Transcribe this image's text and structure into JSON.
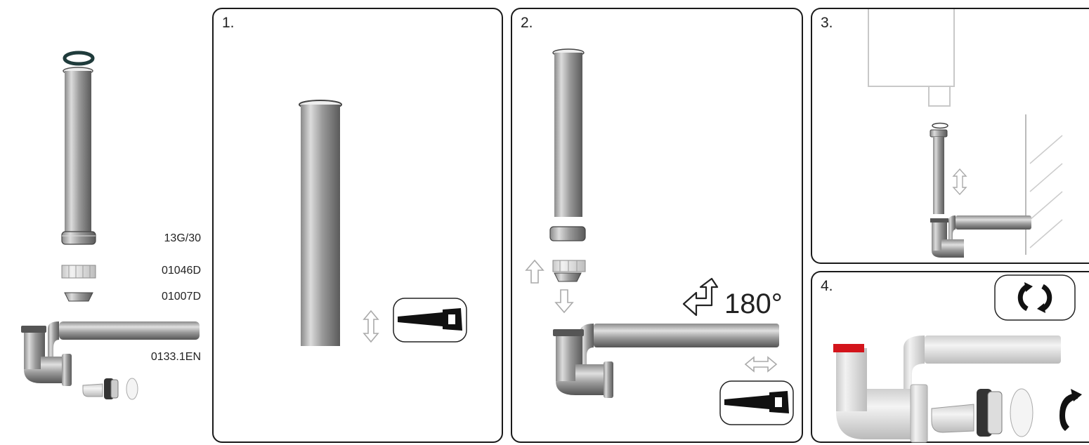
{
  "parts": {
    "nut_label": "13G/30",
    "insert_label": "01046D",
    "cone_label": "01007D",
    "trap_label": "0133.1EN"
  },
  "steps": [
    {
      "number": "1."
    },
    {
      "number": "2.",
      "rotation_text": "180°"
    },
    {
      "number": "3."
    },
    {
      "number": "4."
    }
  ],
  "icons": {
    "cut": "saw-icon",
    "adjust_vertical": "double-arrow-vertical-icon",
    "adjust_horizontal": "double-arrow-horizontal-icon",
    "rotate": "rotate-arrow-icon",
    "refresh": "rotate-cycle-icon",
    "turn": "turn-arrow-icon"
  },
  "colors": {
    "pipe_dark": "#6e6e6e",
    "pipe_light": "#d9d9d9",
    "seal_ring": "#1f3b3b",
    "cap_red": "#d3141b",
    "outline_grey": "#bdbdbd"
  }
}
